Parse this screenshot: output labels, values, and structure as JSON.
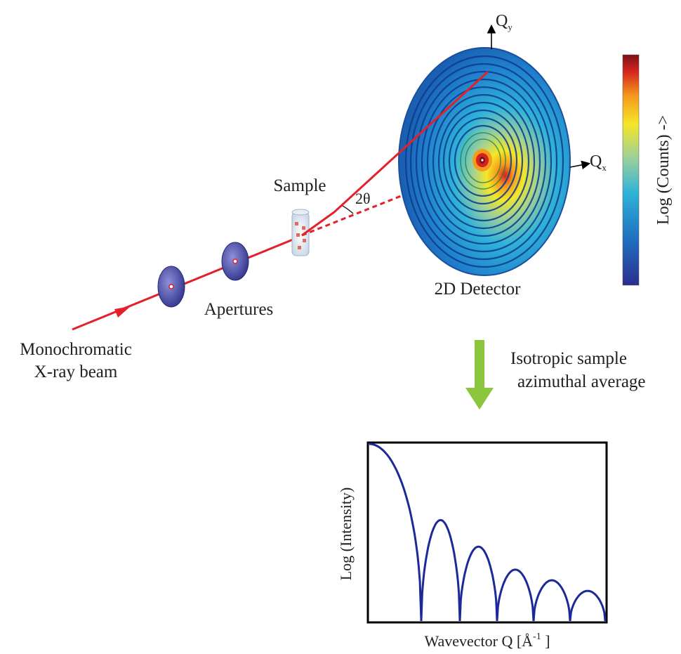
{
  "labels": {
    "beam_line1": "Monochromatic",
    "beam_line2": "X-ray beam",
    "apertures": "Apertures",
    "sample": "Sample",
    "two_theta": "2θ",
    "detector": "2D Detector",
    "qy_main": "Q",
    "qy_sub": "y",
    "qx_main": "Q",
    "qx_sub": "x",
    "colorbar": "Log (Counts) ->",
    "process_line1": "Isotropic sample",
    "process_line2": "azimuthal average",
    "plot_ylabel": "Log (Intensity)",
    "plot_xlabel_main": "Wavevector Q [",
    "plot_xlabel_unit": "Å",
    "plot_xlabel_exp": "-1",
    "plot_xlabel_end": " ]"
  },
  "colors": {
    "beam": "#e3202b",
    "curve": "#1c2a99",
    "arrow": "#8cc63f",
    "aperture": "#3a3c9a"
  },
  "colormap": [
    "#2b2f8e",
    "#1f6fc0",
    "#2fb3d8",
    "#9bd09a",
    "#f5e629",
    "#f59a1d",
    "#d4231f",
    "#7a1416"
  ],
  "chart_data": {
    "type": "line",
    "xlabel": "Wavevector Q [Å-1 ]",
    "ylabel": "Log (Intensity)",
    "lobes": 6,
    "lobe_peak_heights": [
      1.0,
      0.57,
      0.42,
      0.29,
      0.23,
      0.17
    ]
  }
}
